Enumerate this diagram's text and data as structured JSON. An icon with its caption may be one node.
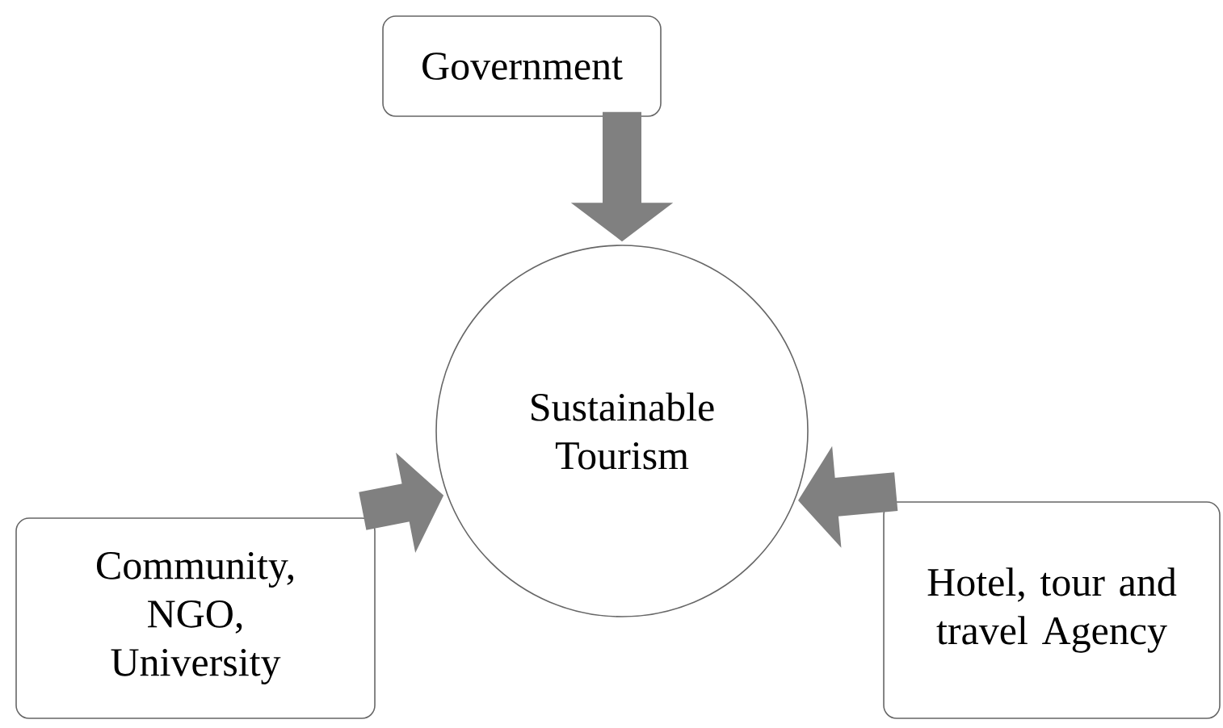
{
  "diagram": {
    "nodes": [
      {
        "text": [
          "Government"
        ]
      },
      {
        "text": [
          "Sustainable Tourism"
        ]
      },
      {
        "text": [
          "Community, NGO, University"
        ]
      },
      {
        "text": [
          "Hotel, tour and travel Agency"
        ]
      }
    ],
    "edges": [
      {
        "from": 0,
        "to": 1,
        "arrow": "to"
      },
      {
        "from": 2,
        "to": 1,
        "arrow": "to"
      },
      {
        "from": 3,
        "to": 1,
        "arrow": "to"
      }
    ]
  }
}
